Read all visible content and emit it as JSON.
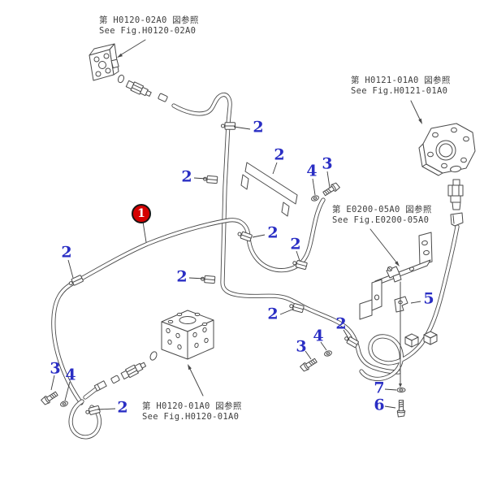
{
  "figure_refs": [
    {
      "jp": "第 H0120-02A0 図参照",
      "en": "See Fig.H0120-02A0"
    },
    {
      "jp": "第 H0121-01A0 図参照",
      "en": "See Fig.H0121-01A0"
    },
    {
      "jp": "第 E0200-05A0 図参照",
      "en": "See Fig.E0200-05A0"
    },
    {
      "jp": "第 H0120-01A0 図参照",
      "en": "See Fig.H0120-01A0"
    }
  ],
  "callouts": [
    {
      "id": "item-1",
      "label": "1",
      "type": "red-badge"
    },
    {
      "id": "item-2-a",
      "label": "2"
    },
    {
      "id": "item-2-b",
      "label": "2"
    },
    {
      "id": "item-2-c",
      "label": "2"
    },
    {
      "id": "item-2-d",
      "label": "2"
    },
    {
      "id": "item-2-e",
      "label": "2"
    },
    {
      "id": "item-2-f",
      "label": "2"
    },
    {
      "id": "item-2-g",
      "label": "2"
    },
    {
      "id": "item-2-h",
      "label": "2"
    },
    {
      "id": "item-2-i",
      "label": "2"
    },
    {
      "id": "item-2-j",
      "label": "2"
    },
    {
      "id": "item-3-a",
      "label": "3"
    },
    {
      "id": "item-3-b",
      "label": "3"
    },
    {
      "id": "item-3-c",
      "label": "3"
    },
    {
      "id": "item-4-a",
      "label": "4"
    },
    {
      "id": "item-4-b",
      "label": "4"
    },
    {
      "id": "item-4-c",
      "label": "4"
    },
    {
      "id": "item-5",
      "label": "5"
    },
    {
      "id": "item-6",
      "label": "6"
    },
    {
      "id": "item-7",
      "label": "7"
    }
  ],
  "colors": {
    "callout_number": "#2a2ec4",
    "item1_badge_fill": "#d50000",
    "item1_badge_text": "#ffffff",
    "line_art": "#4a4a4a",
    "reference_text": "#3d3d3d",
    "background": "#ffffff"
  }
}
